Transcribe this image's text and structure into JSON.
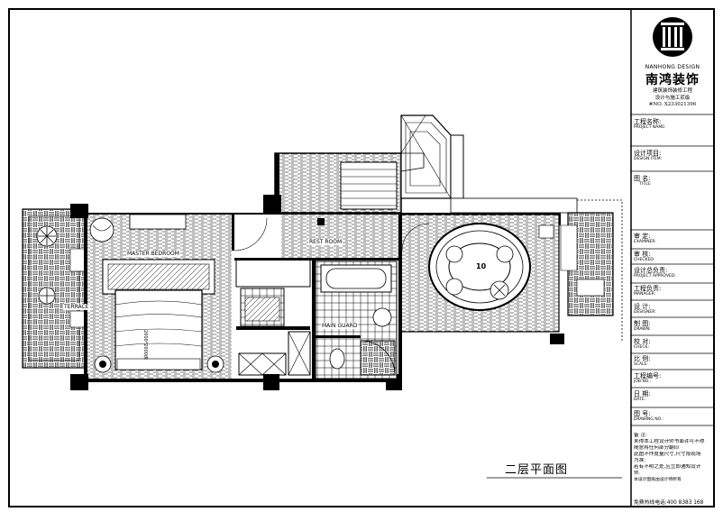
{
  "brand": {
    "name_en": "NANHONG DESIGN",
    "name_cn": "南鸿装饰",
    "tagline_1": "建筑装饰装修工程",
    "tagline_2": "设计与施工贰级",
    "cert_no": "#NO. X233021396"
  },
  "fields": [
    {
      "cn": "工程名称:",
      "en": "PROJECT NAME:"
    },
    {
      "cn": "设计项目:",
      "en": "DESIGN ITEM:"
    },
    {
      "cn": "图  名:",
      "en": "TITLE:"
    },
    {
      "cn": "审  定:",
      "en": "EXAMINER:"
    },
    {
      "cn": "审  核:",
      "en": "CHECKED:"
    },
    {
      "cn": "设计总负责:",
      "en": "PROJECT APPROVED:"
    },
    {
      "cn": "工程负责:",
      "en": "MANAGER:"
    },
    {
      "cn": "设  计:",
      "en": "DESIGNER:"
    },
    {
      "cn": "制  图:",
      "en": "DRAWN:"
    },
    {
      "cn": "校  对:",
      "en": "CHECK:"
    },
    {
      "cn": "比  例:",
      "en": "SCALE:"
    },
    {
      "cn": "工程编号:",
      "en": "JOB NO.:"
    },
    {
      "cn": "日  期:",
      "en": "DATE:"
    },
    {
      "cn": "图  号:",
      "en": "DRAWING NO.:"
    }
  ],
  "notes": {
    "heading": "备  注:",
    "lines": [
      "未得本工程设计师书面许可不得",
      "随意将任何部分翻印",
      "此图不作度量尺寸,尺寸按现场",
      "为准;",
      "若有不明之处,应立即通知设计",
      "师.",
      "本设计图纸由设计师所有"
    ],
    "hotline": "免费热线电话:400 8383 168"
  },
  "sheet_title": "二层平面图",
  "rooms": {
    "master_bedroom": "MASTER BEDROOM",
    "terrace": "TERRACE",
    "rest_room": "REST ROOM",
    "main_guard": "MAIN GUARD",
    "dining": "10"
  },
  "colors": {
    "ink": "#000000",
    "paper": "#ffffff"
  }
}
